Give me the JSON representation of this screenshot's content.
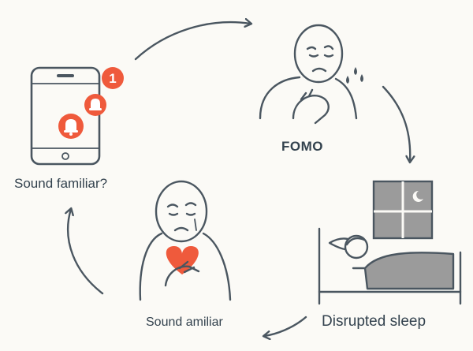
{
  "labels": {
    "phone": "Sound familiar?",
    "fomo": "FOMO",
    "sleep": "Disrupted sleep",
    "heart": "Sound amiliar"
  },
  "notification_badge": "1",
  "colors": {
    "stroke": "#4a5660",
    "accent": "#ef5a3c",
    "window_grey": "#9b9b9b",
    "background": "#fbfaf6"
  },
  "icons": [
    "phone-icon",
    "bell-icon",
    "sad-person-icon",
    "tear-drops-icon",
    "window-moon-icon",
    "bed-icon",
    "heart-icon"
  ]
}
